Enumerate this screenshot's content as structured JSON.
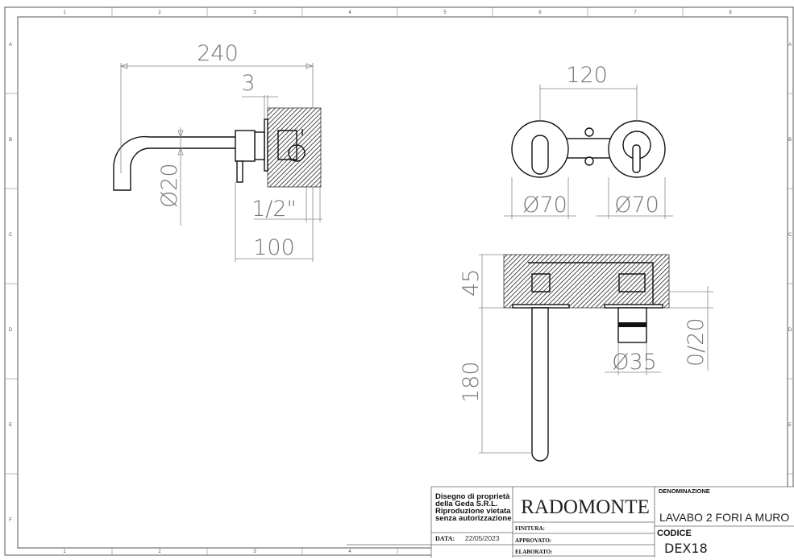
{
  "grid": {
    "columns": [
      "1",
      "2",
      "3",
      "4",
      "5",
      "6",
      "7",
      "8"
    ],
    "rows": [
      "A",
      "B",
      "C",
      "D",
      "E",
      "F"
    ]
  },
  "dimensions": {
    "side_overall": "240",
    "side_plate": "3",
    "side_tube_dia": "Ø20",
    "side_thread": "1/2\"",
    "side_depth": "100",
    "front_centers": "120",
    "front_left_rosette": "Ø70",
    "front_right_rosette": "Ø70",
    "bottom_box_height": "45",
    "bottom_spout_length": "180",
    "bottom_handle_dia": "Ø35",
    "bottom_adjust": "0/20"
  },
  "title_block": {
    "ownership": [
      "Disegno di proprietà",
      "della Geda S.R.L.",
      "Riproduzione vietata",
      "senza autorizzazione"
    ],
    "brand": "RADOMONTE",
    "date_label": "DATA:",
    "date_value": "22/05/2023",
    "finitura_label": "FINITURA:",
    "approvato_label": "APPROVATO:",
    "elaborato_label": "ELABORATO:",
    "denominazione_label": "DENOMINAZIONE",
    "denominazione_value": "LAVABO 2 FORI A MURO",
    "codice_label": "CODICE",
    "codice_value": "DEX18"
  }
}
